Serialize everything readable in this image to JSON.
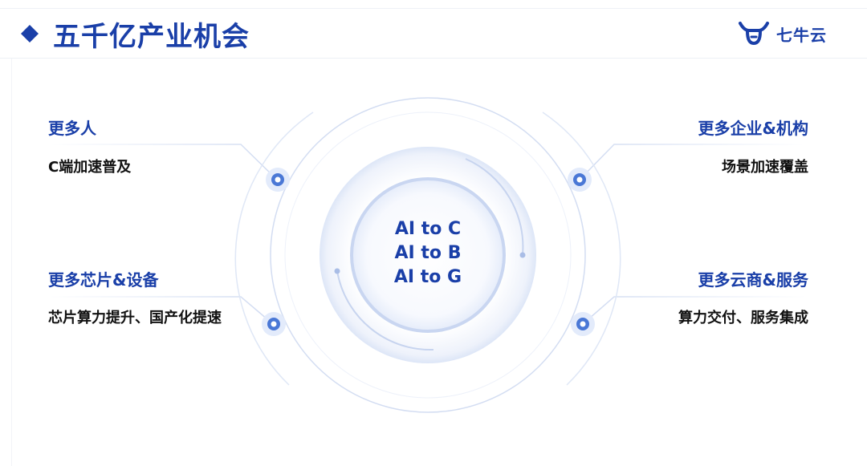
{
  "header": {
    "title": "五千亿产业机会",
    "logo_text": "七牛云"
  },
  "center": {
    "lines": [
      "AI to C",
      "AI to B",
      "AI to G"
    ]
  },
  "blocks": {
    "top_left": {
      "title": "更多人",
      "text": "C端加速普及"
    },
    "top_right": {
      "title": "更多企业&机构",
      "text": "场景加速覆盖"
    },
    "bottom_left": {
      "title": "更多芯片&设备",
      "text": "芯片算力提升、国产化提速"
    },
    "bottom_right": {
      "title": "更多云商&服务",
      "text": "算力交付、服务集成"
    }
  },
  "colors": {
    "accent": "#1a3fa8",
    "ring": "#d7e1f4",
    "node": "#4a78d6",
    "node_halo": "#e3ebfb",
    "text": "#111111"
  },
  "icons": {
    "title_bullet": "diamond-icon",
    "logo": "qiniu-bull-icon",
    "nodes": "node-dot-icon"
  }
}
